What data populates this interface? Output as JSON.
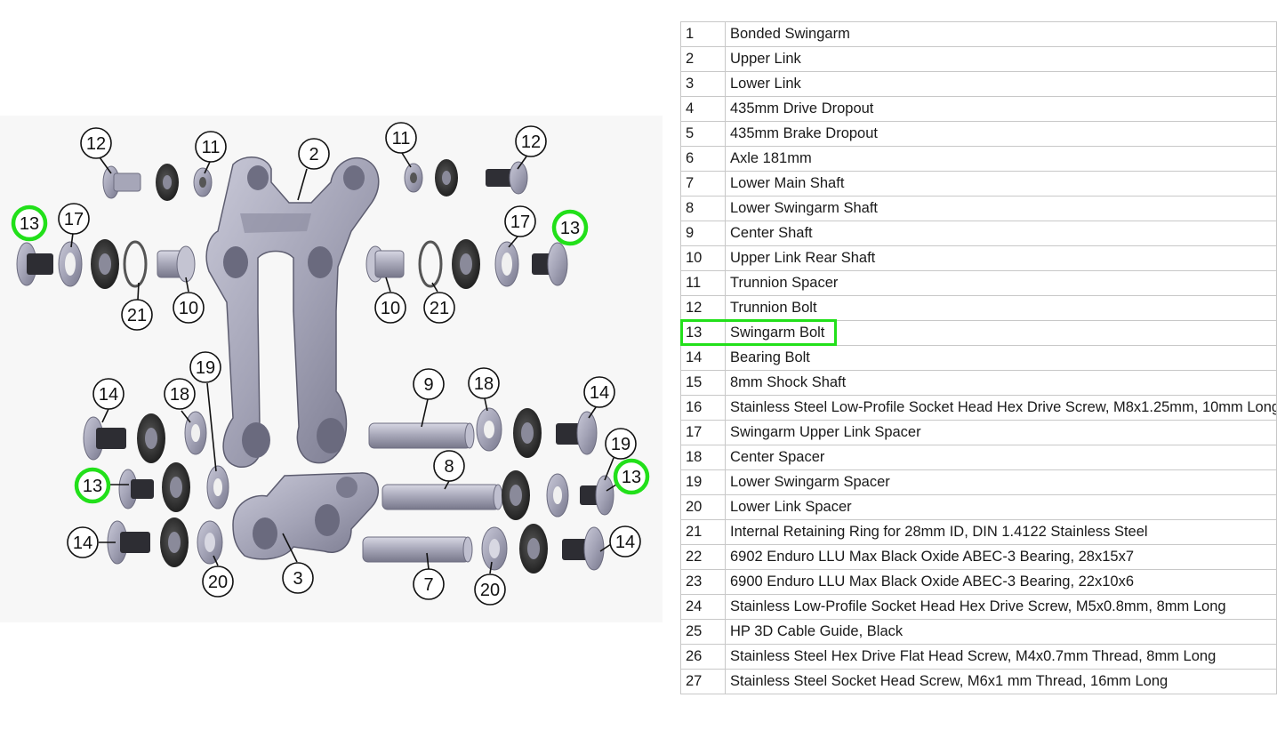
{
  "diagram": {
    "callouts": [
      {
        "id": "c12a",
        "label": "12",
        "highlighted": false
      },
      {
        "id": "c11a",
        "label": "11",
        "highlighted": false
      },
      {
        "id": "c2",
        "label": "2",
        "highlighted": false
      },
      {
        "id": "c11b",
        "label": "11",
        "highlighted": false
      },
      {
        "id": "c12b",
        "label": "12",
        "highlighted": false
      },
      {
        "id": "c13a",
        "label": "13",
        "highlighted": true
      },
      {
        "id": "c17a",
        "label": "17",
        "highlighted": false
      },
      {
        "id": "c21a",
        "label": "21",
        "highlighted": false
      },
      {
        "id": "c10a",
        "label": "10",
        "highlighted": false
      },
      {
        "id": "c10b",
        "label": "10",
        "highlighted": false
      },
      {
        "id": "c21b",
        "label": "21",
        "highlighted": false
      },
      {
        "id": "c17b",
        "label": "17",
        "highlighted": false
      },
      {
        "id": "c13b",
        "label": "13",
        "highlighted": true
      },
      {
        "id": "c19a",
        "label": "19",
        "highlighted": false
      },
      {
        "id": "c14a",
        "label": "14",
        "highlighted": false
      },
      {
        "id": "c18a",
        "label": "18",
        "highlighted": false
      },
      {
        "id": "c9",
        "label": "9",
        "highlighted": false
      },
      {
        "id": "c18b",
        "label": "18",
        "highlighted": false
      },
      {
        "id": "c14b",
        "label": "14",
        "highlighted": false
      },
      {
        "id": "c19b",
        "label": "19",
        "highlighted": false
      },
      {
        "id": "c13c",
        "label": "13",
        "highlighted": true
      },
      {
        "id": "c8",
        "label": "8",
        "highlighted": false
      },
      {
        "id": "c13d",
        "label": "13",
        "highlighted": true
      },
      {
        "id": "c14c",
        "label": "14",
        "highlighted": false
      },
      {
        "id": "c20a",
        "label": "20",
        "highlighted": false
      },
      {
        "id": "c3",
        "label": "3",
        "highlighted": false
      },
      {
        "id": "c7",
        "label": "7",
        "highlighted": false
      },
      {
        "id": "c20b",
        "label": "20",
        "highlighted": false
      },
      {
        "id": "c14d",
        "label": "14",
        "highlighted": false
      }
    ],
    "colors": {
      "highlight": "#22e01a",
      "metal": "#aeaec0",
      "metal_dark": "#7d7d92",
      "bearing": "#2a2a2a",
      "callout_stroke": "#111111"
    }
  },
  "parts": [
    {
      "num": "1",
      "name": "Bonded Swingarm"
    },
    {
      "num": "2",
      "name": "Upper Link"
    },
    {
      "num": "3",
      "name": "Lower Link"
    },
    {
      "num": "4",
      "name": "435mm Drive Dropout"
    },
    {
      "num": "5",
      "name": "435mm Brake Dropout"
    },
    {
      "num": "6",
      "name": "Axle 181mm"
    },
    {
      "num": "7",
      "name": "Lower Main Shaft"
    },
    {
      "num": "8",
      "name": "Lower Swingarm Shaft"
    },
    {
      "num": "9",
      "name": "Center Shaft"
    },
    {
      "num": "10",
      "name": "Upper Link Rear Shaft"
    },
    {
      "num": "11",
      "name": "Trunnion Spacer"
    },
    {
      "num": "12",
      "name": "Trunnion Bolt"
    },
    {
      "num": "13",
      "name": "Swingarm Bolt",
      "highlighted": true
    },
    {
      "num": "14",
      "name": "Bearing Bolt"
    },
    {
      "num": "15",
      "name": "8mm Shock Shaft"
    },
    {
      "num": "16",
      "name": "Stainless Steel Low-Profile Socket Head Hex Drive Screw, M8x1.25mm, 10mm Long"
    },
    {
      "num": "17",
      "name": "Swingarm Upper Link Spacer"
    },
    {
      "num": "18",
      "name": "Center Spacer"
    },
    {
      "num": "19",
      "name": "Lower Swingarm Spacer"
    },
    {
      "num": "20",
      "name": "Lower Link Spacer"
    },
    {
      "num": "21",
      "name": "Internal Retaining Ring for 28mm ID, DIN 1.4122 Stainless Steel"
    },
    {
      "num": "22",
      "name": "6902 Enduro LLU Max Black Oxide ABEC-3 Bearing, 28x15x7"
    },
    {
      "num": "23",
      "name": "6900 Enduro LLU Max Black Oxide ABEC-3 Bearing, 22x10x6"
    },
    {
      "num": "24",
      "name": "Stainless Low-Profile Socket Head Hex Drive Screw, M5x0.8mm, 8mm Long"
    },
    {
      "num": "25",
      "name": "HP 3D Cable Guide, Black"
    },
    {
      "num": "26",
      "name": "Stainless Steel Hex Drive Flat Head Screw, M4x0.7mm Thread, 8mm Long"
    },
    {
      "num": "27",
      "name": "Stainless Steel Socket Head Screw, M6x1 mm Thread, 16mm Long"
    }
  ]
}
